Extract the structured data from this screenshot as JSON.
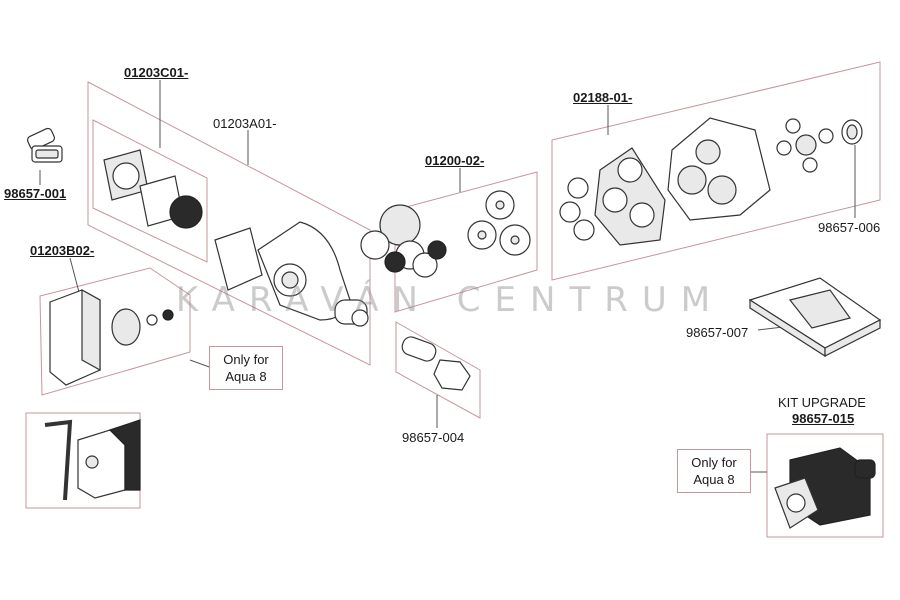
{
  "labels": {
    "p_01203C01": "01203C01-",
    "p_01203A01": "01203A01-",
    "p_98657_001": "98657-001",
    "p_01203B02": "01203B02-",
    "p_01200_02": "01200-02-",
    "p_02188_01": "02188-01-",
    "p_98657_006": "98657-006",
    "p_98657_007": "98657-007",
    "p_98657_004": "98657-004",
    "p_98657_015": "98657-015",
    "kit_upgrade": "KIT UPGRADE"
  },
  "notes": {
    "aqua8_left_line1": "Only for",
    "aqua8_left_line2": "Aqua 8",
    "aqua8_right_line1": "Only for",
    "aqua8_right_line2": "Aqua 8"
  },
  "watermark": "KARAVÁN CENTRUM"
}
